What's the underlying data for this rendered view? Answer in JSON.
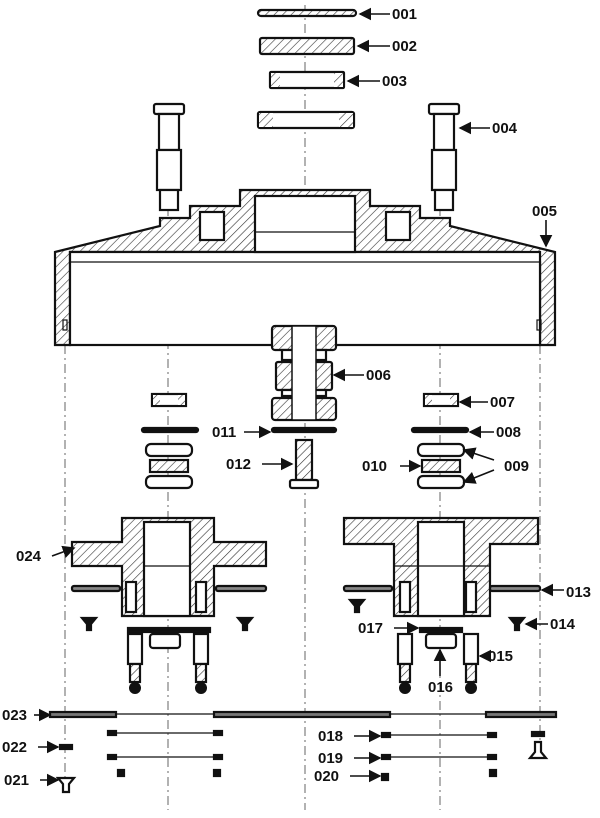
{
  "callouts": [
    {
      "id": "001"
    },
    {
      "id": "002"
    },
    {
      "id": "003"
    },
    {
      "id": "004"
    },
    {
      "id": "005"
    },
    {
      "id": "006"
    },
    {
      "id": "007"
    },
    {
      "id": "008"
    },
    {
      "id": "009"
    },
    {
      "id": "010"
    },
    {
      "id": "011"
    },
    {
      "id": "012"
    },
    {
      "id": "013"
    },
    {
      "id": "014"
    },
    {
      "id": "015"
    },
    {
      "id": "016"
    },
    {
      "id": "017"
    },
    {
      "id": "018"
    },
    {
      "id": "019"
    },
    {
      "id": "020"
    },
    {
      "id": "021"
    },
    {
      "id": "022"
    },
    {
      "id": "023"
    },
    {
      "id": "024"
    }
  ],
  "colors": {
    "ink": "#111111",
    "hatch": "#333333",
    "paper": "#ffffff"
  }
}
